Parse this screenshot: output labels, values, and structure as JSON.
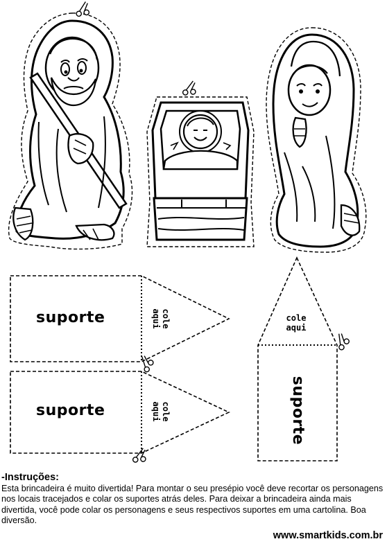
{
  "labels": {
    "suporte": "suporte",
    "cole_line1": "cole",
    "cole_line2": "aqui"
  },
  "instructions": {
    "title": "-Instruções:",
    "body": "Esta brincadeira é muito divertida! Para montar o seu presépio você deve recortar os personagens nos locais tracejados e colar os suportes atrás deles.  Para  deixar  a brincadeira  ainda  mais  divertida, você  pode colar  os personagens e seus respectivos suportes em  uma  cartolina.  Boa diversão."
  },
  "website": "www.smartkids.com.br",
  "icons": [
    "scissors-icon"
  ]
}
